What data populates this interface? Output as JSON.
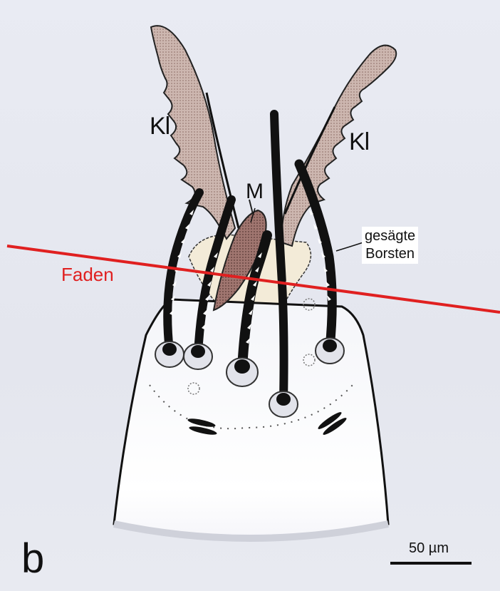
{
  "labels": {
    "kl_left": "Kl",
    "kl_right": "Kl",
    "m": "M",
    "faden": "Faden",
    "borsten_line1": "gesägte",
    "borsten_line2": "Borsten",
    "panel": "b",
    "scale": "50 µm"
  },
  "colors": {
    "background": "#e6e8f0",
    "claw_fill": "#c9b3ac",
    "mandible_fill": "#9a6e68",
    "thread": "#e02020",
    "bristle": "#111111",
    "body": "#ffffff",
    "membrane": "#f3ebd8"
  }
}
